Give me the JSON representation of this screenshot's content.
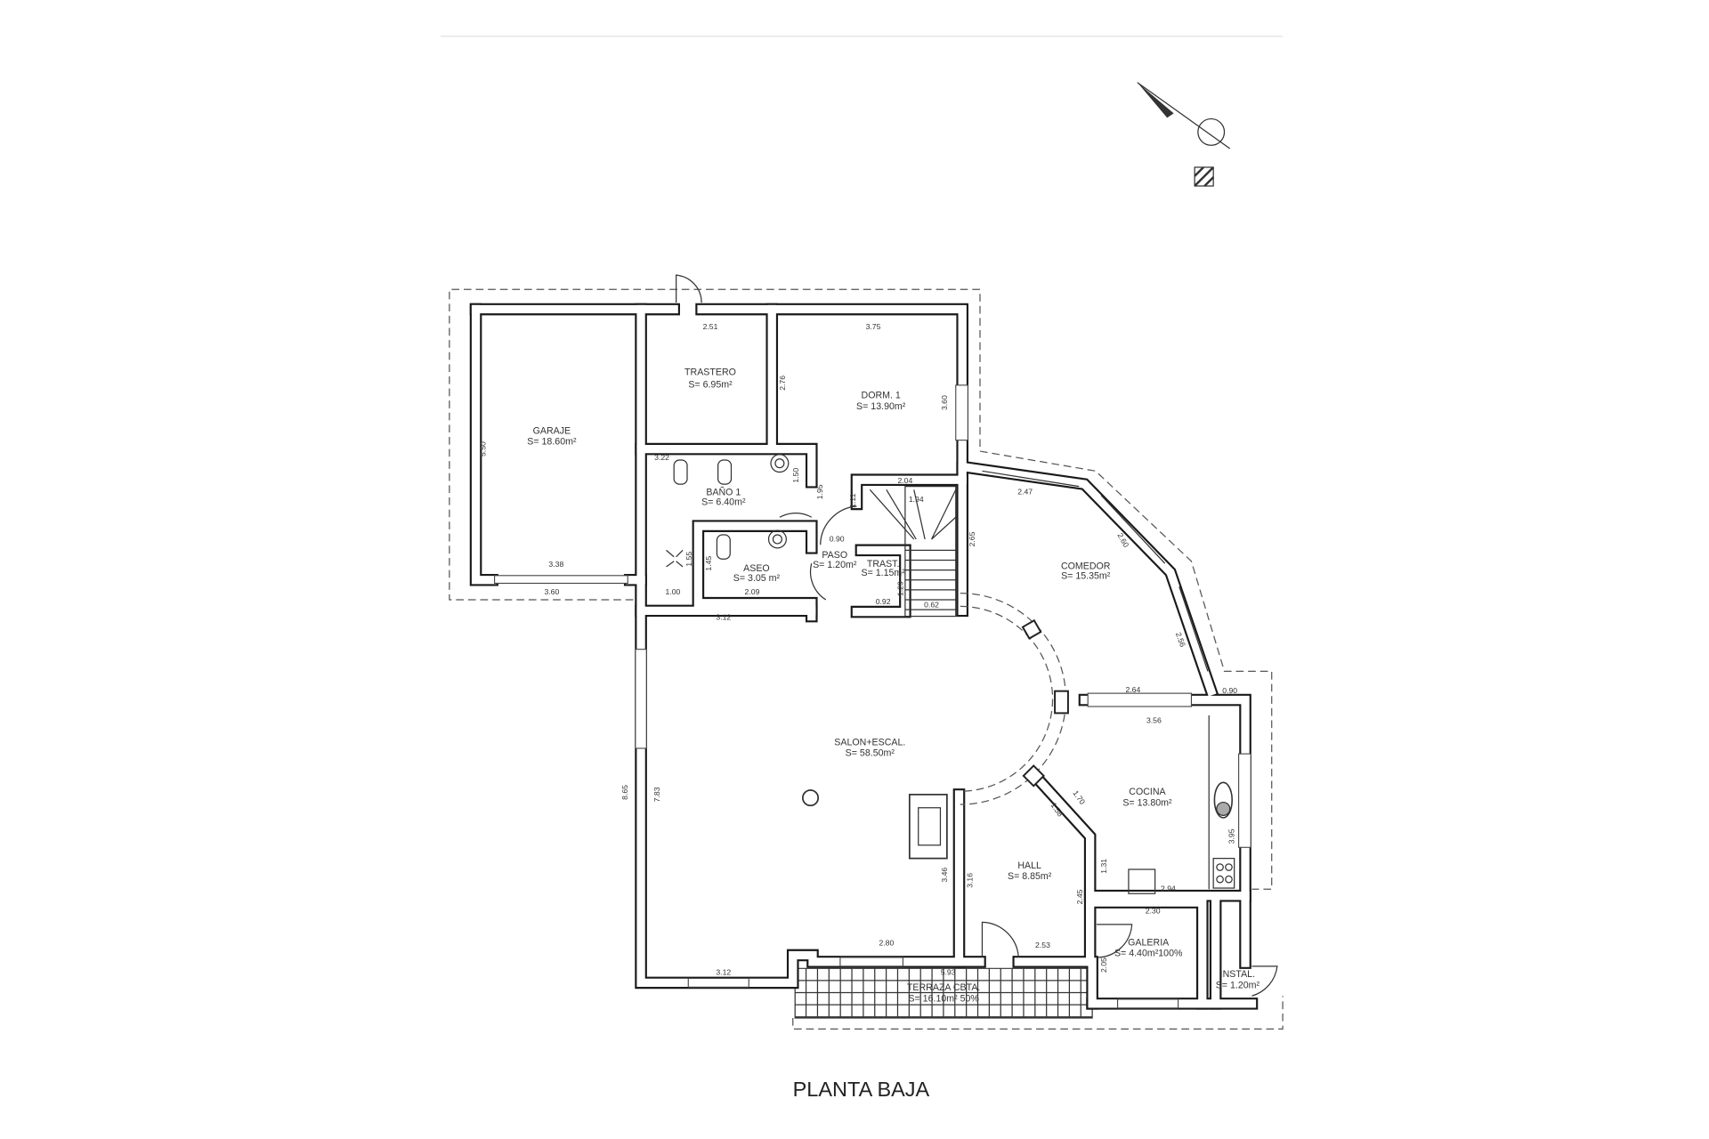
{
  "title": "PLANTA BAJA",
  "rooms": {
    "trastero": {
      "name": "TRASTERO",
      "area": "S= 6.95m²"
    },
    "garaje": {
      "name": "GARAJE",
      "area": "S= 18.60m²"
    },
    "dorm1": {
      "name": "DORM. 1",
      "area": "S= 13.90m²"
    },
    "bano1": {
      "name": "BAÑO 1",
      "area": "S= 6.40m²"
    },
    "aseo": {
      "name": "ASEO",
      "area": "S= 3.05 m²"
    },
    "paso": {
      "name": "PASO",
      "area": "S= 1.20m²"
    },
    "trast": {
      "name": "TRAST.",
      "area": "S= 1.15m²"
    },
    "comedor": {
      "name": "COMEDOR",
      "area": "S= 15.35m²"
    },
    "salon": {
      "name": "SALON+ESCAL.",
      "area": "S= 58.50m²"
    },
    "cocina": {
      "name": "COCINA",
      "area": "S= 13.80m²"
    },
    "hall": {
      "name": "HALL",
      "area": "S= 8.85m²"
    },
    "galeria": {
      "name": "GALERIA",
      "area": "S= 4.40m²100%"
    },
    "terraza": {
      "name": "TERRAZA CBTA.",
      "area": "S= 16.10m² 50%"
    },
    "instal": {
      "name": "INSTAL.",
      "area": "S= 1.20m²"
    }
  },
  "dims": [
    "2.51",
    "3.75",
    "2.76",
    "3.60",
    "5.50",
    "3.22",
    "1.50",
    "1.95",
    "2.04",
    "1.11",
    "1.94",
    "2.65",
    "2.47",
    "2.60",
    "0.90",
    "1.55",
    "1.45",
    "3.38",
    "3.60",
    "1.00",
    "2.09",
    "0.92",
    "1.29",
    "0.62",
    "3.12",
    "2.56",
    "2.64",
    "0.90",
    "3.56",
    "8.65",
    "7.83",
    "1.70",
    "1.58",
    "3.95",
    "3.46",
    "3.16",
    "1.31",
    "2.94",
    "2.45",
    "2.30",
    "2.80",
    "2.53",
    "2.05",
    "3.12",
    "5.93"
  ]
}
